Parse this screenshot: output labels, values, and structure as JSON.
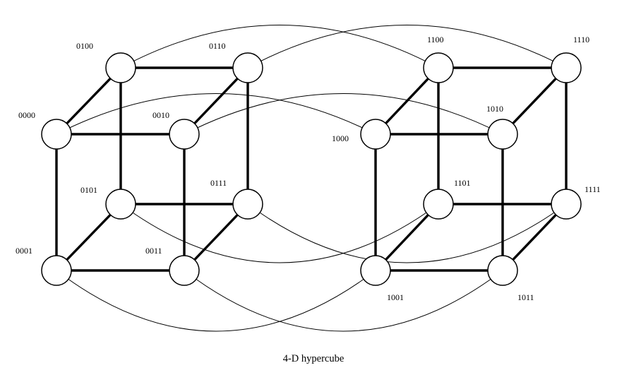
{
  "caption": "4-D hypercube",
  "nodes": [
    {
      "id": "0000",
      "label": "0000"
    },
    {
      "id": "0001",
      "label": "0001"
    },
    {
      "id": "0010",
      "label": "0010"
    },
    {
      "id": "0011",
      "label": "0011"
    },
    {
      "id": "0100",
      "label": "0100"
    },
    {
      "id": "0101",
      "label": "0101"
    },
    {
      "id": "0110",
      "label": "0110"
    },
    {
      "id": "0111",
      "label": "0111"
    },
    {
      "id": "1000",
      "label": "1000"
    },
    {
      "id": "1001",
      "label": "1001"
    },
    {
      "id": "1010",
      "label": "1010"
    },
    {
      "id": "1011",
      "label": "1011"
    },
    {
      "id": "1100",
      "label": "1100"
    },
    {
      "id": "1101",
      "label": "1101"
    },
    {
      "id": "1110",
      "label": "1110"
    },
    {
      "id": "1111",
      "label": "1111"
    }
  ],
  "cube_edges": [
    [
      "0000",
      "0010"
    ],
    [
      "0000",
      "0001"
    ],
    [
      "0000",
      "0100"
    ],
    [
      "0010",
      "0011"
    ],
    [
      "0010",
      "0110"
    ],
    [
      "0001",
      "0011"
    ],
    [
      "0001",
      "0101"
    ],
    [
      "0011",
      "0111"
    ],
    [
      "0100",
      "0110"
    ],
    [
      "0100",
      "0101"
    ],
    [
      "0110",
      "0111"
    ],
    [
      "0101",
      "0111"
    ],
    [
      "1000",
      "1010"
    ],
    [
      "1000",
      "1001"
    ],
    [
      "1000",
      "1100"
    ],
    [
      "1010",
      "1011"
    ],
    [
      "1010",
      "1110"
    ],
    [
      "1001",
      "1011"
    ],
    [
      "1001",
      "1101"
    ],
    [
      "1011",
      "1111"
    ],
    [
      "1100",
      "1110"
    ],
    [
      "1100",
      "1101"
    ],
    [
      "1110",
      "1111"
    ],
    [
      "1101",
      "1111"
    ]
  ],
  "dimension_links": [
    [
      "0000",
      "1000"
    ],
    [
      "0001",
      "1001"
    ],
    [
      "0010",
      "1010"
    ],
    [
      "0011",
      "1011"
    ],
    [
      "0100",
      "1100"
    ],
    [
      "0101",
      "1101"
    ],
    [
      "0110",
      "1110"
    ],
    [
      "0111",
      "1111"
    ]
  ]
}
